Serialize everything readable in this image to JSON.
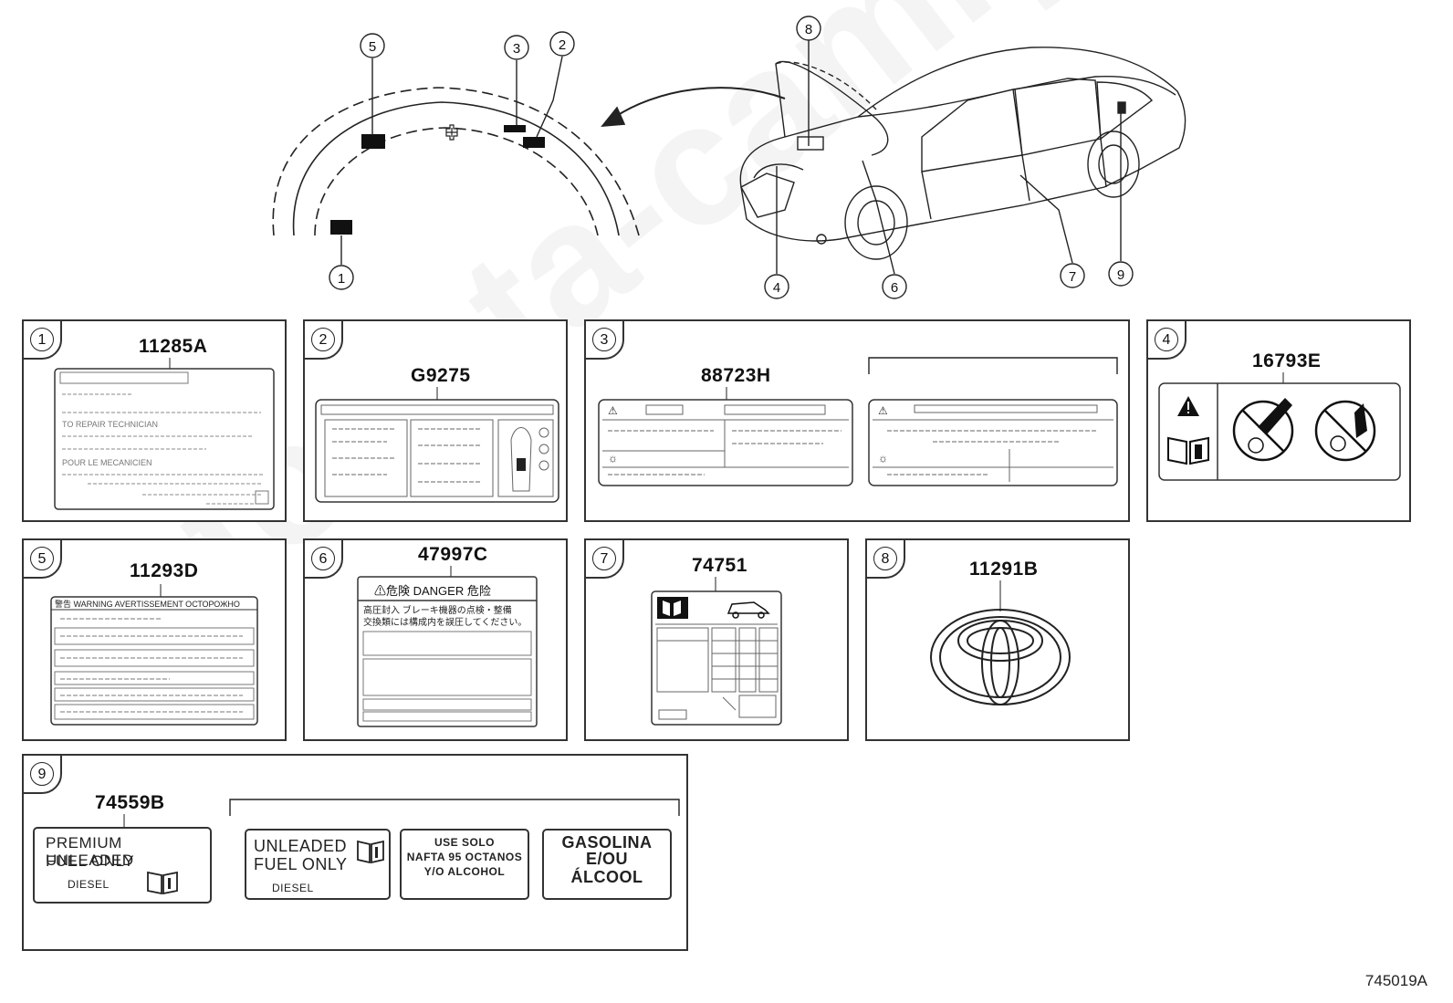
{
  "diagram": {
    "reference_code": "745019A",
    "watermark": "toyota-camry-parts.ru",
    "overview_callouts": [
      "1",
      "2",
      "3",
      "4",
      "5",
      "6",
      "7",
      "8",
      "9"
    ]
  },
  "panels": [
    {
      "index": "1",
      "part_number": "11285A",
      "label_lines": [
        "TO REPAIR TECHNICIAN",
        "POUR LE MECANICIEN"
      ]
    },
    {
      "index": "2",
      "part_number": "G9275"
    },
    {
      "index": "3",
      "part_number": "88723H"
    },
    {
      "index": "4",
      "part_number": "16793E"
    },
    {
      "index": "5",
      "part_number": "11293D",
      "label_header": "警告 WARNING AVERTISSEMENT ОСТОРОЖНО"
    },
    {
      "index": "6",
      "part_number": "47997C",
      "label_header": "⚠危険 DANGER 危险",
      "label_lines": [
        "高圧封入 ブレーキ機器の点検・整備",
        "交換類には構成内を誤圧してください。"
      ]
    },
    {
      "index": "7",
      "part_number": "74751"
    },
    {
      "index": "8",
      "part_number": "11291B"
    },
    {
      "index": "9",
      "part_number": "74559B",
      "fuel_labels": [
        {
          "lines": [
            "PREMIUM  UNLEADED",
            "FUEL ONLY"
          ],
          "mark": "DIESEL"
        },
        {
          "lines": [
            "UNLEADED",
            "FUEL ONLY"
          ],
          "mark": "DIESEL"
        },
        {
          "lines": [
            "USE SOLO",
            "NAFTA 95 OCTANOS",
            "Y/O ALCOHOL"
          ]
        },
        {
          "lines": [
            "GASOLINA",
            "E/OU",
            "ÁLCOOL"
          ]
        }
      ]
    }
  ]
}
